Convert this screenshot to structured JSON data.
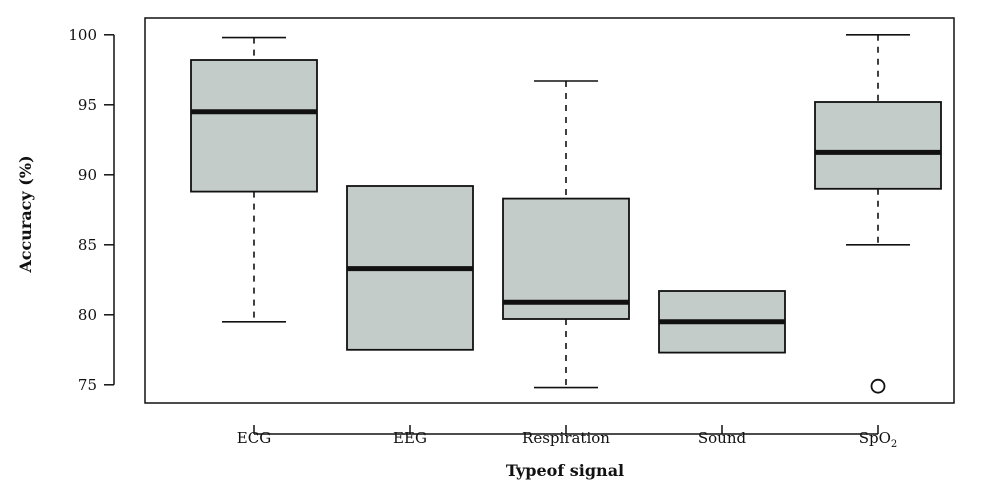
{
  "chart_data": {
    "type": "box",
    "xlabel": "Typeof signal",
    "ylabel": "Accuracy (%)",
    "ylim": [
      73.7,
      101.2
    ],
    "yticks": [
      75,
      80,
      85,
      90,
      95,
      100
    ],
    "categories": [
      "ECG",
      "EEG",
      "Respiration",
      "Sound",
      "SpO2"
    ],
    "boxes": [
      {
        "label": "ECG",
        "whisker_low": 79.5,
        "q1": 88.8,
        "median": 94.5,
        "q3": 98.2,
        "whisker_high": 99.8,
        "outliers": []
      },
      {
        "label": "EEG",
        "whisker_low": 77.5,
        "q1": 77.5,
        "median": 83.3,
        "q3": 89.2,
        "whisker_high": 89.2,
        "outliers": []
      },
      {
        "label": "Respiration",
        "whisker_low": 74.8,
        "q1": 79.7,
        "median": 80.9,
        "q3": 88.3,
        "whisker_high": 96.7,
        "outliers": []
      },
      {
        "label": "Sound",
        "whisker_low": 77.3,
        "q1": 77.3,
        "median": 79.5,
        "q3": 81.7,
        "whisker_high": 81.7,
        "outliers": []
      },
      {
        "label": "SpO2",
        "whisker_low": 85.0,
        "q1": 89.0,
        "median": 91.6,
        "q3": 95.2,
        "whisker_high": 100.0,
        "outliers": [
          74.9
        ]
      }
    ],
    "colors": {
      "box_fill": "#c4ccca",
      "stroke": "#111111"
    },
    "grid": false,
    "legend": "none"
  }
}
